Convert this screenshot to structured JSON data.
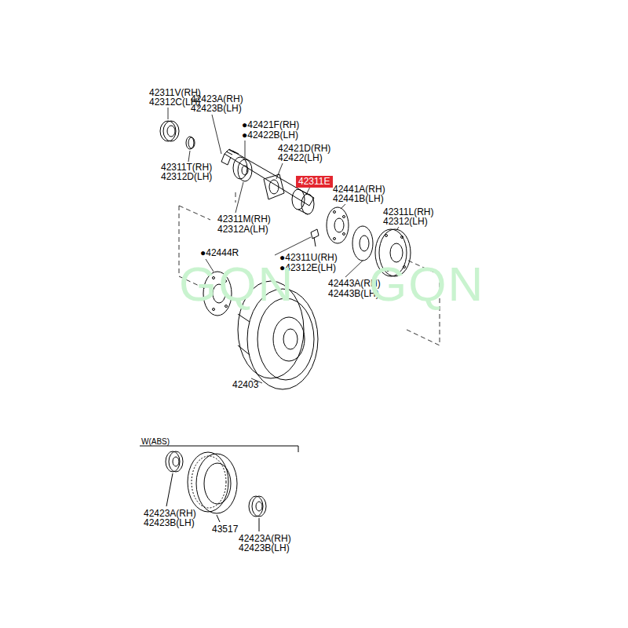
{
  "diagram": {
    "nodes": [
      {
        "text": [
          "42311E"
        ]
      }
    ],
    "labels": [
      "42311V(RH)",
      "42312C(LH)",
      "42423A(RH)",
      "42423B(LH)",
      "●42421F(RH)",
      "●42422B(LH)",
      "42421D(RH)",
      "42422(LH)",
      "42311T(RH)",
      "42312D(LH)",
      "42441A(RH)",
      "42441B(LH)",
      "42311L(RH)",
      "42312(LH)",
      "42311M(RH)",
      "42312A(LH)",
      "●42444R",
      "●42311U(RH)",
      "●42312E(LH)",
      "42443A(RH)",
      "42443B(LH)",
      "42403",
      "W(ABS)",
      "42423A(RH)",
      "42423B(LH)",
      "43517",
      "42423A(RH)",
      "42423B(LH)",
      "GQN",
      "GQN"
    ]
  }
}
